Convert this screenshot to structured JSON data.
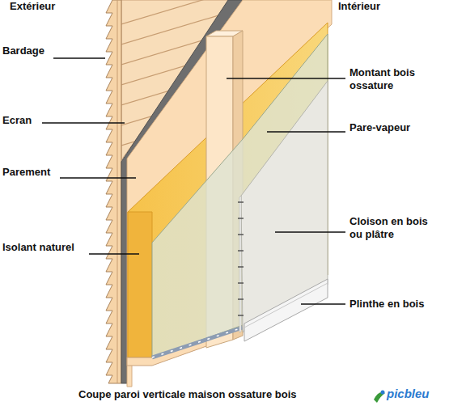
{
  "diagram": {
    "caption": "Coupe paroi verticale maison ossature bois",
    "labels": [
      "Extérieur",
      "Intérieur",
      "Bardage",
      "Montant bois ossature",
      "Ecran",
      "Pare-vapeur",
      "Parement",
      "Cloison en bois ou plâtre",
      "Isolant naturel",
      "Plinthe en bois",
      "picbleu"
    ]
  }
}
